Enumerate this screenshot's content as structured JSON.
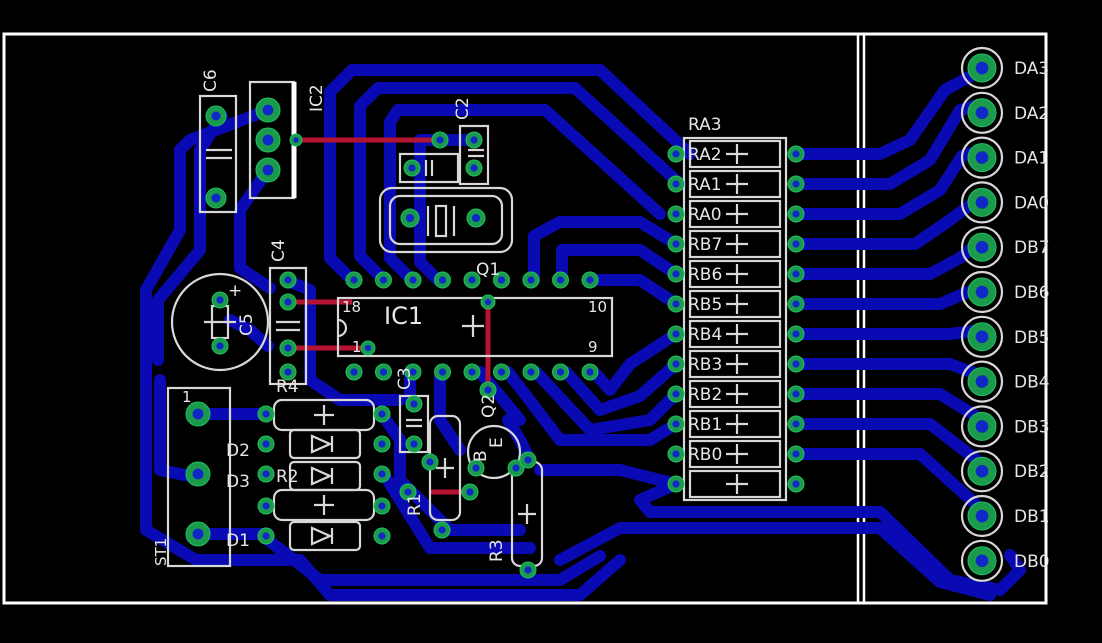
{
  "colors": {
    "background": "#000000",
    "trace": "#0a0ab4",
    "trace_top": "#b41432",
    "silkscreen": "#d8d8d8",
    "pad": "#1a9a4a",
    "drill": "#1028c8"
  },
  "components": {
    "ic1": {
      "name": "IC1",
      "pin18": "18",
      "pin1": "1",
      "pin10": "10",
      "pin9": "9"
    },
    "ic2": "IC2",
    "q1": "Q1",
    "q2": "Q2",
    "q2_b": "B",
    "q2_e": "E",
    "c2": "C2",
    "c3": "C3",
    "c4": "C4",
    "c5": "C5",
    "c6": "C6",
    "r1": "R1",
    "r2": "R2",
    "r3": "R3",
    "r4": "R4",
    "d1": "D1",
    "d2": "D2",
    "d3": "D3",
    "st1": "ST1",
    "st1_pin1": "1",
    "ra3": "RA3",
    "electrolytic_plus": "+"
  },
  "resistor_array": [
    "RA2",
    "RA1",
    "RA0",
    "RB7",
    "RB6",
    "RB5",
    "RB4",
    "RB3",
    "RB2",
    "RB1",
    "RB0"
  ],
  "connector_pins": [
    "DA3",
    "DA2",
    "DA1",
    "DA0",
    "DB7",
    "DB6",
    "DB5",
    "DB4",
    "DB3",
    "DB2",
    "DB1",
    "DB0"
  ]
}
